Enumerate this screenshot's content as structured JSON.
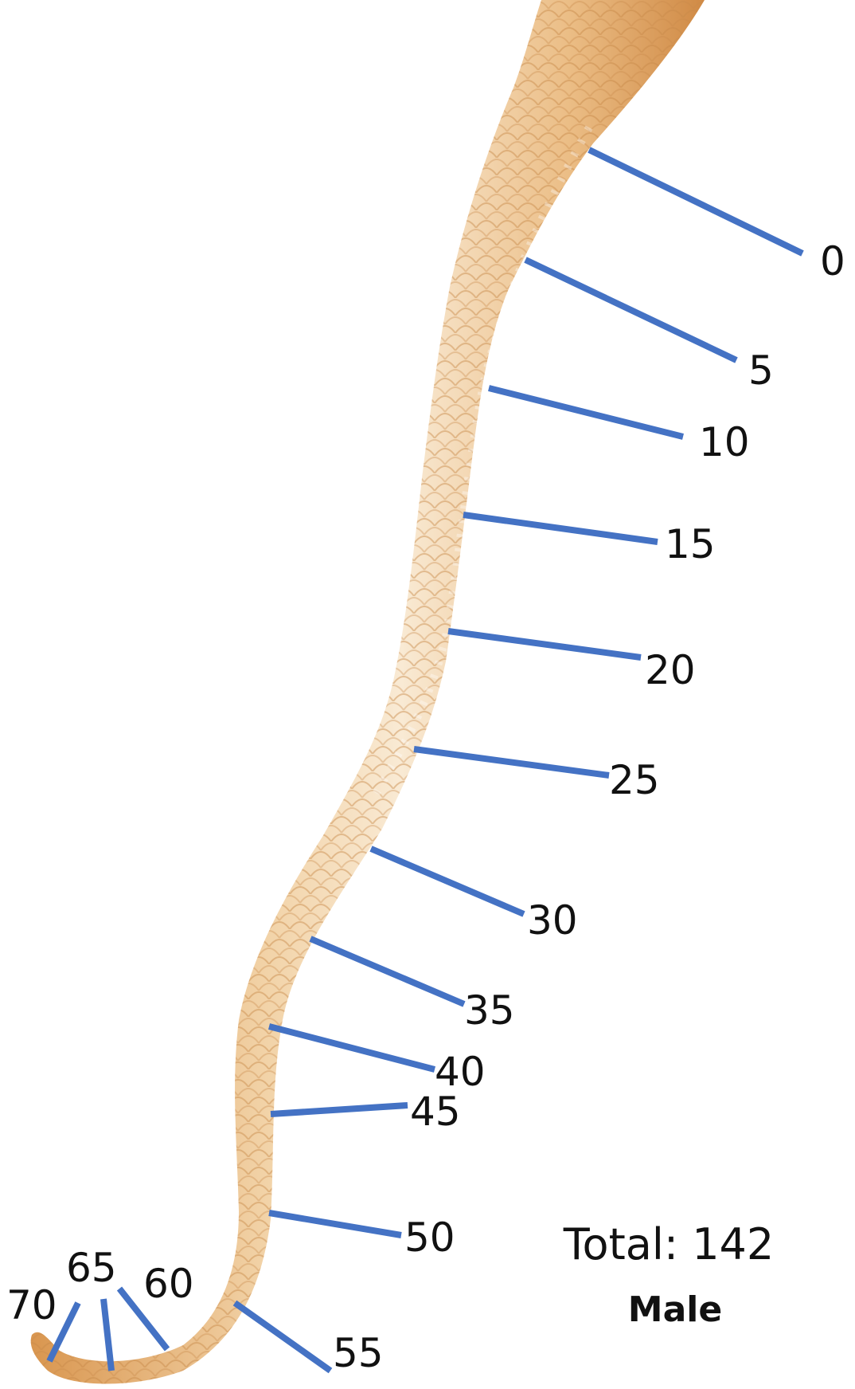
{
  "figure": {
    "subject": "ventral view of a snake tail with subcaudal scale counts",
    "colors": {
      "pointer": "#4472c4",
      "text": "#111111",
      "background": "#ffffff",
      "body_light": "#f7e3c8",
      "body_mid": "#ebbd85",
      "body_dark": "#d9964f"
    },
    "scale_marks": [
      {
        "label": "0"
      },
      {
        "label": "5"
      },
      {
        "label": "10"
      },
      {
        "label": "15"
      },
      {
        "label": "20"
      },
      {
        "label": "25"
      },
      {
        "label": "30"
      },
      {
        "label": "35"
      },
      {
        "label": "40"
      },
      {
        "label": "45"
      },
      {
        "label": "50"
      },
      {
        "label": "55"
      },
      {
        "label": "60"
      },
      {
        "label": "65"
      },
      {
        "label": "70"
      }
    ],
    "total_text": "Total: 142",
    "sex_text": "Male"
  }
}
